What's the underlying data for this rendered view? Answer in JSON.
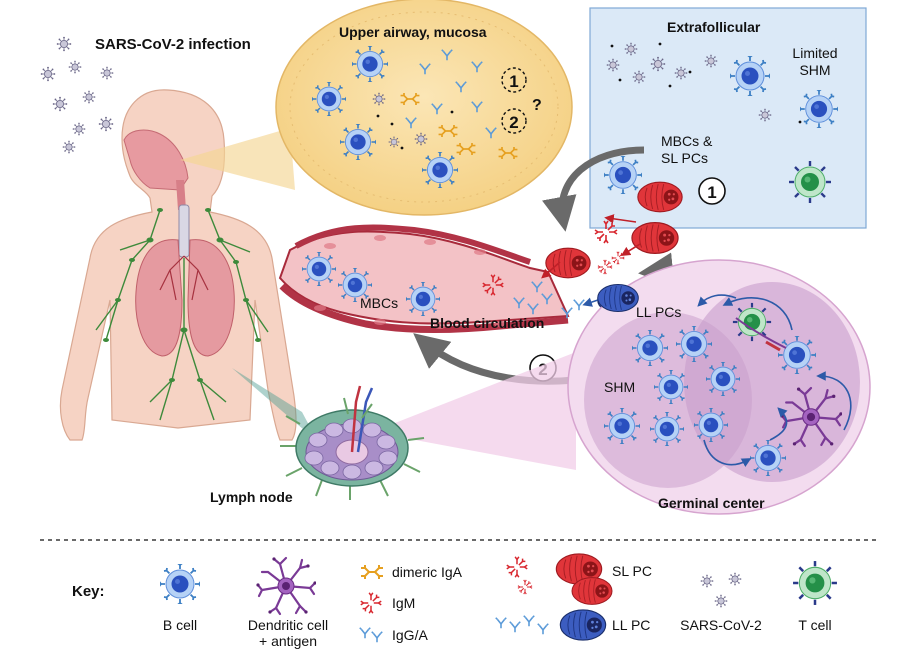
{
  "title": "SARS-CoV-2 infection",
  "regions": {
    "mucosa": "Upper airway, mucosa",
    "extrafollicular": "Extrafollicular",
    "blood": "Blood circulation",
    "lymph_node": "Lymph node",
    "germinal_center": "Germinal center"
  },
  "annotations": {
    "limited_shm_1": "Limited",
    "limited_shm_2": "SHM",
    "mbcs_slpcs_1": "MBCs &",
    "mbcs_slpcs_2": "SL PCs",
    "mbcs": "MBCs",
    "ll_pcs": "LL PCs",
    "shm": "SHM",
    "question": "?",
    "route_1": "1",
    "route_2": "2"
  },
  "key": {
    "title": "Key:",
    "b_cell": "B cell",
    "dendritic_1": "Dendritic cell",
    "dendritic_2": "+ antigen",
    "dimeric_iga": "dimeric IgA",
    "igm": "IgM",
    "igga": "IgG/A",
    "sl_pc": "SL PC",
    "ll_pc": "LL PC",
    "virus": "SARS-CoV-2",
    "t_cell": "T cell"
  },
  "colors": {
    "b_cell": "#3f6fd8",
    "b_cell_ring": "#9cc1f2",
    "sl_pc": "#d8262e",
    "ll_pc": "#2c4a9c",
    "igm": "#d8262e",
    "iga": "#e6a020",
    "igg": "#5a9ad8",
    "t_cell": "#2f9a4e",
    "dendritic": "#7a3a96",
    "mucosa_bg": "#f7d994",
    "extrafollicular_bg": "#dbe9f7",
    "blood_vessel": "#c0364a",
    "germinal_center_bg": "#f1d3ec",
    "gray_arrow": "#6a6a6a"
  }
}
